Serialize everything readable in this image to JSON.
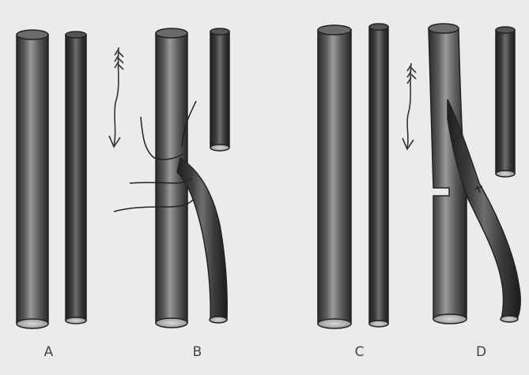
{
  "figure": {
    "panels": [
      {
        "id": "A",
        "label": "A"
      },
      {
        "id": "B",
        "label": "B"
      },
      {
        "id": "C",
        "label": "C"
      },
      {
        "id": "D",
        "label": "D"
      }
    ]
  },
  "colors": {
    "background": "#ebebeb",
    "vessel_dark": "#2f2f2f",
    "vessel_light": "#8a8a8a",
    "outline": "#222222"
  },
  "icons": {
    "flow_arrow": "arrow-down-icon"
  }
}
